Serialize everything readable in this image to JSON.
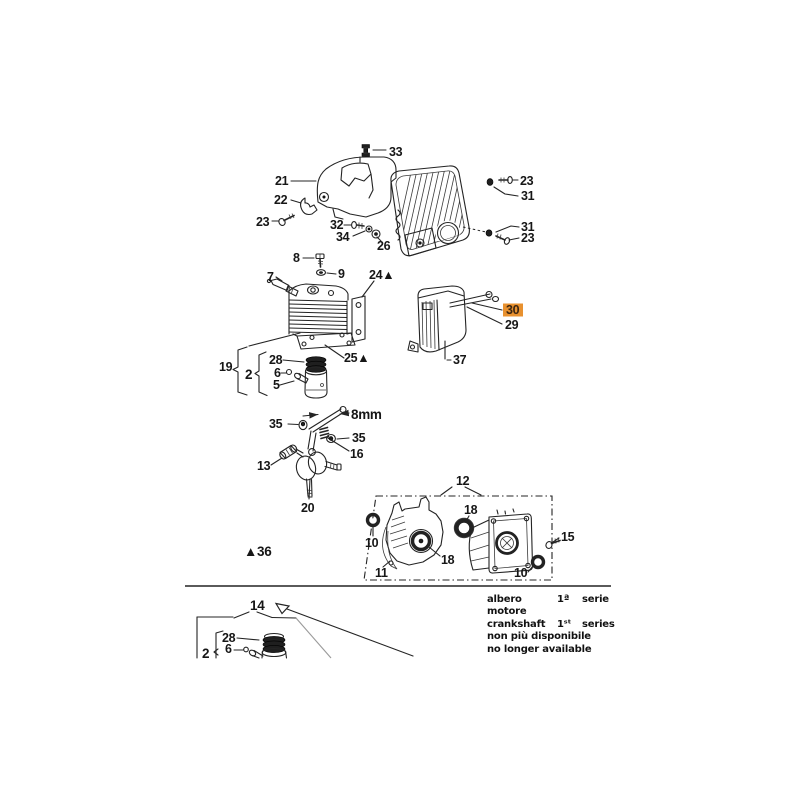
{
  "page": {
    "background": "#ffffff"
  },
  "diagram": {
    "type": "exploded-parts-diagram",
    "subject": "engine-assembly",
    "highlight_color": "#e8912f",
    "dimension_label": "8mm",
    "callouts": {
      "c33": "33",
      "c21": "21",
      "c22": "22",
      "c23_left": "23",
      "c23_top_right": "23",
      "c31_top_right": "31",
      "c31_mid_right": "31",
      "c23_mid_right": "23",
      "c32": "32",
      "c34": "34",
      "c26": "26",
      "c8": "8",
      "c9": "9",
      "c7": "7",
      "c24": "24▲",
      "c25": "25▲",
      "c19": "19",
      "c2": "2",
      "c28": "28",
      "c6": "6",
      "c5": "5",
      "c30": "30",
      "c29": "29",
      "c37": "37",
      "c35_left": "35",
      "c35_right": "35",
      "c16": "16",
      "c13": "13",
      "c20": "20",
      "c36": "▲36",
      "c12": "12",
      "c18_top": "18",
      "c18_bottom": "18",
      "c10_left": "10",
      "c11": "11",
      "c15": "15",
      "c10_right": "10",
      "c14": "14",
      "c28_inset": "28",
      "c6_inset": "6",
      "c2_inset": "2"
    },
    "footnote": {
      "row1_label": "albero motore",
      "row1_num": "1ª",
      "row1_term": "serie",
      "row2_label": "crankshaft",
      "row2_num": "1ˢᵗ",
      "row2_term": "series",
      "row3": "non più disponibile",
      "row4": "no longer available"
    }
  }
}
